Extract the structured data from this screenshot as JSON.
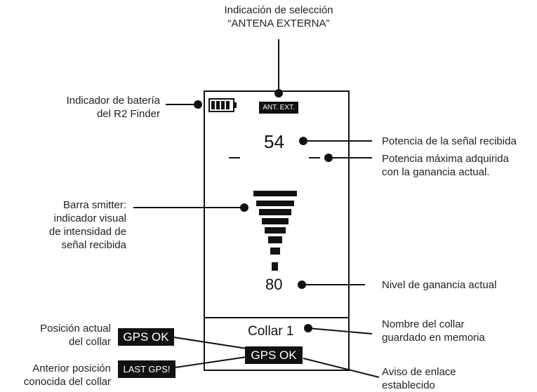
{
  "device": {
    "antenna_badge": "ANT. EXT.",
    "signal_value": "54",
    "max_signal_dash": "–",
    "gain_value": "80",
    "collar_name": "Collar 1",
    "gps_status": "GPS OK",
    "current_position_badge": "GPS OK",
    "last_position_badge": "LAST GPS!"
  },
  "callouts": {
    "antenna_line1": "Indicación de selección",
    "antenna_line2": "“ANTENA EXTERNA”",
    "battery_line1": "Indicador de batería",
    "battery_line2": "del R2 Finder",
    "signal": "Potencia de la señal recibida",
    "max_line1": "Potencia máxima adquirida",
    "max_line2": "con la ganancia actual.",
    "bar_line1": "Barra smitter:",
    "bar_line2": "indicador visual",
    "bar_line3": "de intensidad de",
    "bar_line4": "señal recibida",
    "gain": "Nivel de ganancia actual",
    "collar_line1": "Nombre del collar",
    "collar_line2": "guardado en memoria",
    "pos_line1": "Posición actual",
    "pos_line2": "del collar",
    "last_line1": "Anterior posición",
    "last_line2": "conocida del collar",
    "link_line1": "Aviso de enlace",
    "link_line2": "establecido"
  },
  "signal_bar": {
    "segments": 8
  },
  "colors": {
    "ink": "#111111",
    "text": "#222222",
    "background": "#ffffff"
  }
}
